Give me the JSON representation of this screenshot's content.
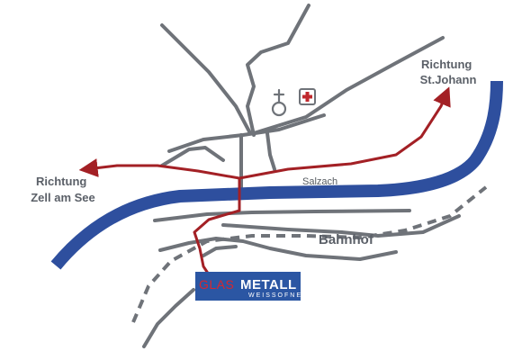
{
  "labels": {
    "direction_west": [
      "Richtung",
      "Zell am See"
    ],
    "direction_east": [
      "Richtung",
      "St.Johann"
    ],
    "river": "Salzach",
    "station": "Bahnhof"
  },
  "logo": {
    "glas": "GLAS",
    "metall": "METALL",
    "subtitle": "WEISSOFNER"
  },
  "icons": [
    "church-icon",
    "hospital-icon"
  ],
  "colors": {
    "river": "#2e4f9e",
    "route": "#a32025",
    "road": "#6f7379",
    "rail": "#6f7379",
    "logo_bg": "#2b56a3",
    "logo_red": "#d8262d",
    "text": "#5b6068"
  }
}
